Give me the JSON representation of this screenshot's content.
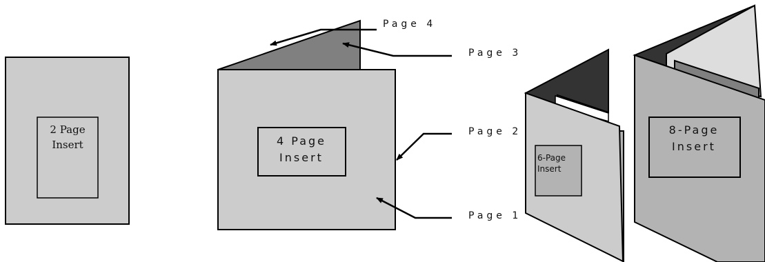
{
  "inserts": {
    "two_page": [
      "2 Page",
      "Insert"
    ],
    "four_page": [
      "4 Page",
      "Insert"
    ],
    "six_page": [
      "6-Page",
      "Insert"
    ],
    "eight_page": [
      "8-Page",
      "Insert"
    ]
  },
  "page_labels": {
    "page4": "Page 4",
    "page3": "Page 3",
    "page2": "Page 2",
    "page1": "Page 1"
  },
  "colors": {
    "panel_light": "#cccccc",
    "panel_mid": "#b3b3b3",
    "panel_dark_gray": "#808080",
    "panel_black": "#333333",
    "panel_very_light": "#dddddd",
    "stroke": "#000000"
  }
}
